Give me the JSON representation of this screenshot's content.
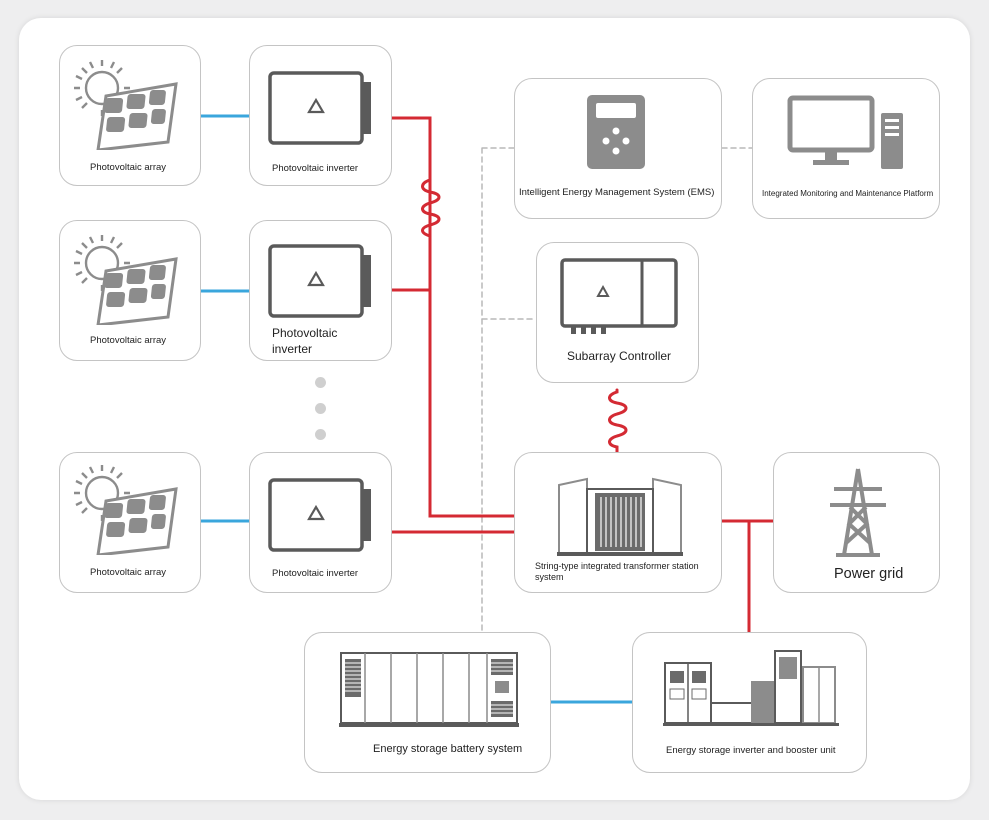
{
  "nodes": {
    "pv_array_1": "Photovoltaic array",
    "pv_array_2": "Photovoltaic array",
    "pv_array_3": "Photovoltaic array",
    "pv_inverter_1": "Photovoltaic inverter",
    "pv_inverter_2": "Photovoltaic inverter",
    "pv_inverter_3": "Photovoltaic inverter",
    "ems": "Intelligent Energy Management System (EMS)",
    "monitoring": "Integrated Monitoring and Maintenance Platform",
    "subarray_controller": "Subarray Controller",
    "transformer_station": "String-type integrated transformer station system",
    "power_grid": "Power grid",
    "battery_system": "Energy storage battery system",
    "booster_unit": "Energy storage inverter and booster unit"
  },
  "colors": {
    "power_line": "#d42a33",
    "dc_link": "#3aa6dc",
    "comm_dashed": "#b8b8b8",
    "icon_gray": "#8c8c8c",
    "icon_dark": "#5a5a5a"
  },
  "icons": [
    "solar-panel-icon",
    "inverter-icon",
    "ems-controller-icon",
    "computer-monitor-icon",
    "subarray-controller-icon",
    "transformer-station-icon",
    "transmission-tower-icon",
    "battery-rack-icon",
    "booster-unit-icon"
  ]
}
